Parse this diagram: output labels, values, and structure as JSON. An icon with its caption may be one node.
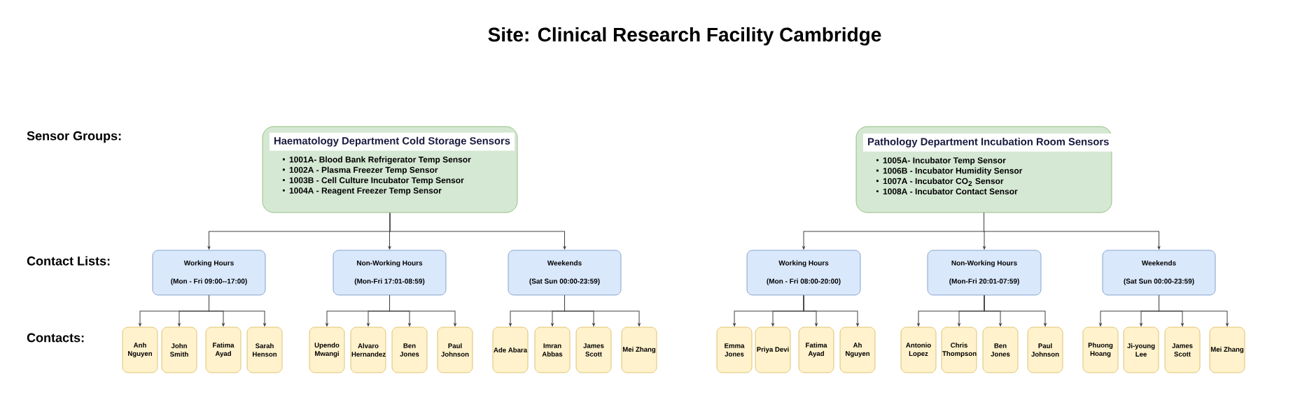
{
  "diagram": {
    "title": "Site: Clinical Research Facility Cambridge",
    "nodes": [
      {
        "text": [
          "Haematology Department Cold Storage Sensors",
          "1001A- Blood Bank Refrigerator Temp Sensor",
          "1002A - Plasma Freezer Temp Sensor",
          "1003B - Cell Culture Incubator Temp Sensor",
          "1004A - Reagent Freezer Temp Sensor"
        ]
      },
      {
        "text": [
          "Pathology Department Incubation Room Sensors",
          "1005A- Incubator Temp Sensor",
          "1006B - Incubator Humidity Sensor",
          "1007A - Incubator CO$_{2}$ Sensor",
          "1008A - Incubator Contact Sensor"
        ]
      },
      {
        "text": [
          "Working Hours",
          "(Mon - Fri 09:00--17:00)"
        ]
      },
      {
        "text": [
          "Non-Working Hours",
          "(Mon-Fri 17:01-08:59)"
        ]
      },
      {
        "text": [
          "Weekends",
          "(Sat Sun 00:00-23:59)"
        ]
      },
      {
        "text": [
          "Working Hours",
          "(Mon - Fri 08:00-20:00)"
        ]
      },
      {
        "text": [
          "Non-Working Hours",
          "(Mon-Fri 20:01-07:59)"
        ]
      },
      {
        "text": [
          "Weekends",
          "(Sat Sun 00:00-23:59)"
        ]
      },
      {
        "text": [
          "Anh Nguyen"
        ]
      },
      {
        "text": [
          "John Smith"
        ]
      },
      {
        "text": [
          "Fatima Ayad"
        ]
      },
      {
        "text": [
          "Sarah Henson"
        ]
      },
      {
        "text": [
          "Upendo Mwangi"
        ]
      },
      {
        "text": [
          "Alvaro Hernandez"
        ]
      },
      {
        "text": [
          "Ben Jones"
        ]
      },
      {
        "text": [
          "Paul Johnson"
        ]
      },
      {
        "text": [
          "Ade Abara"
        ]
      },
      {
        "text": [
          "Imran Abbas"
        ]
      },
      {
        "text": [
          "James Scott"
        ]
      },
      {
        "text": [
          "Mei Zhang"
        ]
      },
      {
        "text": [
          "Emma Jones"
        ]
      },
      {
        "text": [
          "Priya Devi"
        ]
      },
      {
        "text": [
          "Fatima Ayad"
        ]
      },
      {
        "text": [
          "Ah Nguyen"
        ]
      },
      {
        "text": [
          "Antonio Lopez"
        ]
      },
      {
        "text": [
          "Chris Thompson"
        ]
      },
      {
        "text": [
          "Ben Jones"
        ]
      },
      {
        "text": [
          "Paul Johnson"
        ]
      },
      {
        "text": [
          "Phuong Hoang"
        ]
      },
      {
        "text": [
          "Ji-young Lee"
        ]
      },
      {
        "text": [
          "James Scott"
        ]
      },
      {
        "text": [
          "Mei Zhang"
        ]
      }
    ],
    "edges": [
      {
        "from": 0,
        "to": 2,
        "arrow": "to"
      },
      {
        "from": 0,
        "to": 3,
        "arrow": "to"
      },
      {
        "from": 0,
        "to": 4,
        "arrow": "to"
      },
      {
        "from": 1,
        "to": 5,
        "arrow": "to"
      },
      {
        "from": 1,
        "to": 6,
        "arrow": "to"
      },
      {
        "from": 1,
        "to": 7,
        "arrow": "to"
      },
      {
        "from": 2,
        "to": 8,
        "arrow": "to"
      },
      {
        "from": 2,
        "to": 9,
        "arrow": "to"
      },
      {
        "from": 2,
        "to": 10,
        "arrow": "to"
      },
      {
        "from": 2,
        "to": 11,
        "arrow": "to"
      },
      {
        "from": 3,
        "to": 12,
        "arrow": "to"
      },
      {
        "from": 3,
        "to": 13,
        "arrow": "to"
      },
      {
        "from": 3,
        "to": 14,
        "arrow": "to"
      },
      {
        "from": 3,
        "to": 15,
        "arrow": "to"
      },
      {
        "from": 4,
        "to": 16,
        "arrow": "to"
      },
      {
        "from": 4,
        "to": 17,
        "arrow": "to"
      },
      {
        "from": 4,
        "to": 18,
        "arrow": "to"
      },
      {
        "from": 4,
        "to": 19,
        "arrow": "to"
      },
      {
        "from": 5,
        "to": 20,
        "arrow": "to"
      },
      {
        "from": 5,
        "to": 21,
        "arrow": "to"
      },
      {
        "from": 5,
        "to": 22,
        "arrow": "to"
      },
      {
        "from": 5,
        "to": 23,
        "arrow": "to"
      },
      {
        "from": 6,
        "to": 24,
        "arrow": "to"
      },
      {
        "from": 6,
        "to": 25,
        "arrow": "to"
      },
      {
        "from": 6,
        "to": 26,
        "arrow": "to"
      },
      {
        "from": 6,
        "to": 27,
        "arrow": "to"
      },
      {
        "from": 7,
        "to": 28,
        "arrow": "to"
      },
      {
        "from": 7,
        "to": 29,
        "arrow": "to"
      },
      {
        "from": 7,
        "to": 30,
        "arrow": "to"
      },
      {
        "from": 7,
        "to": 31,
        "arrow": "to"
      }
    ],
    "labels": [
      "Sensor Groups:",
      "Contact Lists:",
      "Contacts:"
    ]
  }
}
